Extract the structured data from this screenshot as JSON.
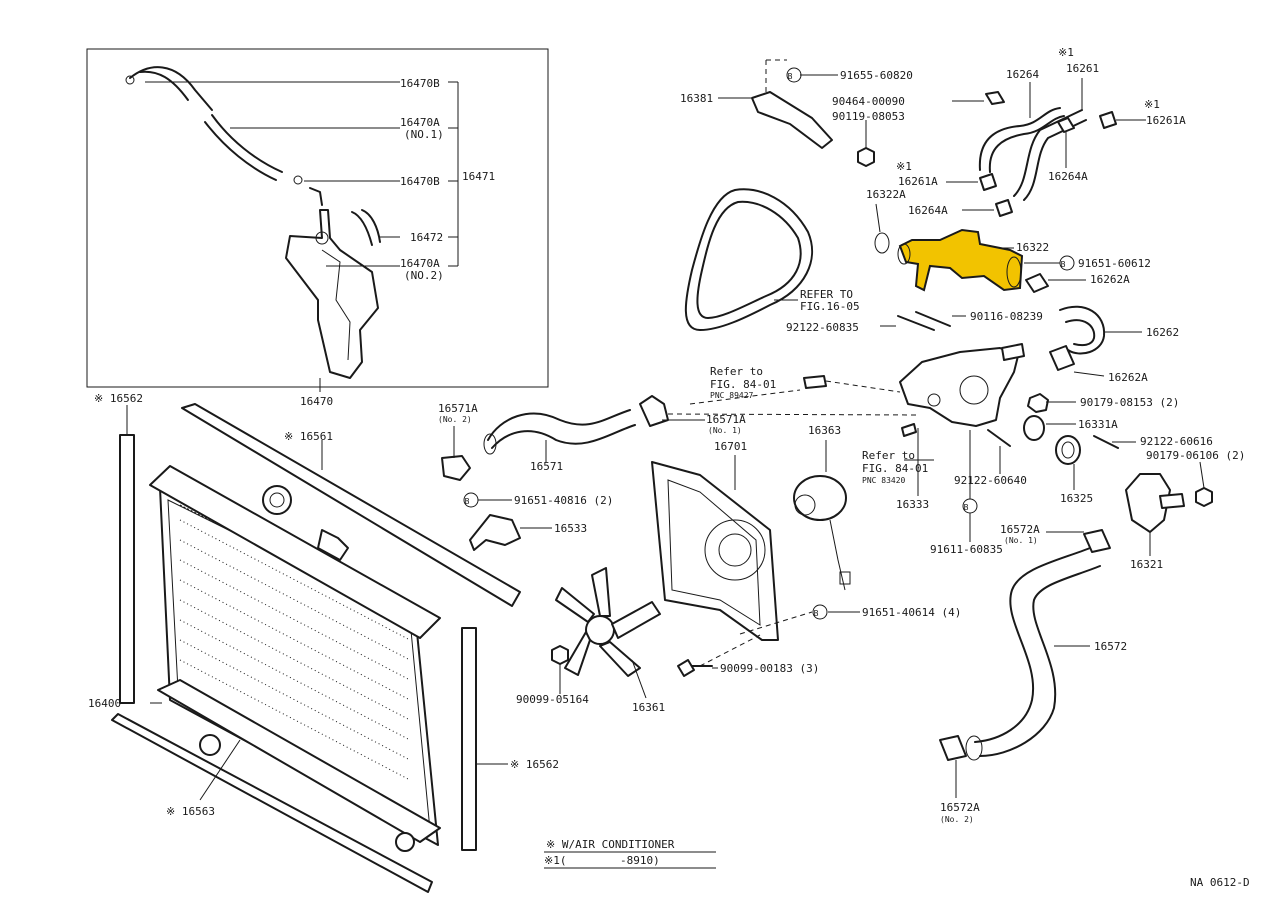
{
  "diagram_id": "NA 0612-D",
  "highlight_color": "#f2c300",
  "notes": {
    "ac_mark": "※",
    "ac_text": "W/AIR CONDITIONER",
    "date_mark": "※1(",
    "date_text": "-8910)"
  },
  "refs": {
    "refer_1605_l1": "REFER TO",
    "refer_1605_l2": "FIG.16-05",
    "refer_8401a_l1": "Refer to",
    "refer_8401a_l2": "FIG. 84-01",
    "refer_8401a_pnc": "PNC 89427",
    "refer_8401b_l1": "Refer to",
    "refer_8401b_l2": "FIG. 84-01",
    "refer_8401b_pnc": "PNC 83420"
  },
  "labels": {
    "p16470B_top": "16470B",
    "p16470A_no1": "16470A",
    "p16470A_no1_sub": "(NO.1)",
    "p16470B_mid": "16470B",
    "p16471": "16471",
    "p16472": "16472",
    "p16470A_no2": "16470A",
    "p16470A_no2_sub": "(NO.2)",
    "p16470": "16470",
    "p16562_left": "16562",
    "p16562_right": "16562",
    "p16561": "16561",
    "p16563": "16563",
    "p16400": "16400",
    "p16571A_no2": "16571A",
    "p16571A_no2_sub": "(No. 2)",
    "p16571": "16571",
    "p91651_40816": "91651-40816 (2)",
    "p16533": "16533",
    "p16571A_no1": "16571A",
    "p16571A_no1_sub": "(No. 1)",
    "p16701": "16701",
    "p16363": "16363",
    "p16361": "16361",
    "p90099_05164": "90099-05164",
    "p90099_00183": "90099-00183 (3)",
    "p91651_40614": "91651-40614 (4)",
    "p16381": "16381",
    "p91655_60820": "91655-60820",
    "p90119_08053": "90119-08053",
    "p90464_00090": "90464-00090",
    "p16264": "16264",
    "p16261": "16261",
    "p16261_mark": "※1",
    "p16261A_right": "16261A",
    "p16261A_right_mark": "※1",
    "p16261A_mid": "16261A",
    "p16261A_mid_mark": "※1",
    "p16264A_right": "16264A",
    "p16264A_left": "16264A",
    "p16322A": "16322A",
    "p16322": "16322",
    "p91651_60612": "91651-60612",
    "p16262A_top": "16262A",
    "p90116_08239": "90116-08239",
    "p92122_60835": "92122-60835",
    "p16262": "16262",
    "p16262A_bot": "16262A",
    "p90179_08153": "90179-08153 (2)",
    "p16331A": "16331A",
    "p92122_60616": "92122-60616",
    "p90179_06106": "90179-06106 (2)",
    "p92122_60640": "92122-60640",
    "p16325": "16325",
    "p16333": "16333",
    "p91611_60835": "91611-60835",
    "p16572A_no1": "16572A",
    "p16572A_no1_sub": "(No. 1)",
    "p16321": "16321",
    "p16572": "16572",
    "p16572A_no2": "16572A",
    "p16572A_no2_sub": "(No. 2)",
    "ac_mark": "※",
    "bolt_mark": "B"
  }
}
